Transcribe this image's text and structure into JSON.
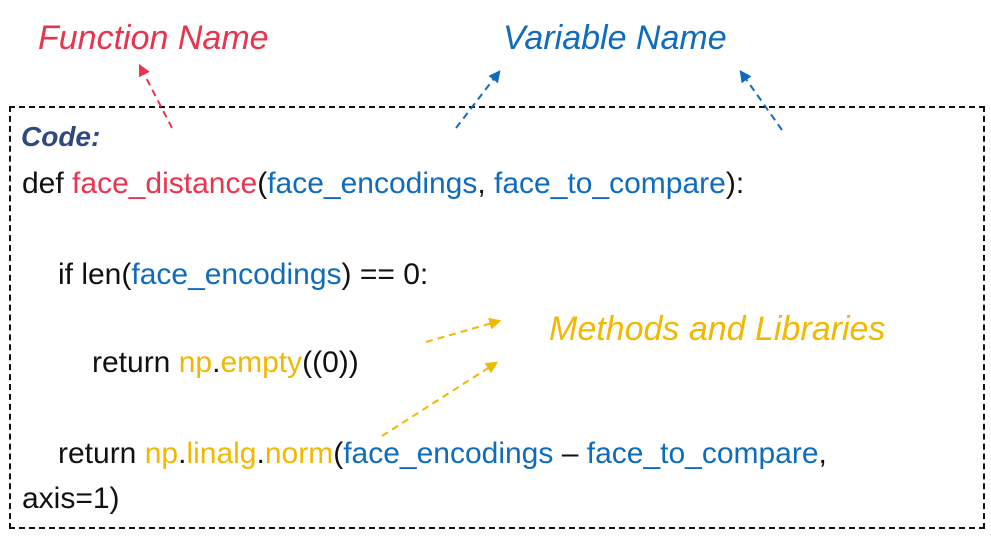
{
  "labels": {
    "function_name": "Function Name",
    "variable_name": "Variable Name",
    "methods_libraries": "Methods and Libraries"
  },
  "code": {
    "heading": "Code:",
    "line1": {
      "kw_def": "def ",
      "fn_name": "face_distance",
      "open_paren": "(",
      "param1": "face_encodings",
      "comma": ", ",
      "param2": "face_to_compare",
      "close": "):"
    },
    "line2": {
      "kw_if_len": "if len(",
      "var": "face_encodings",
      "rest": ") == 0:"
    },
    "line3": {
      "kw_return": "return ",
      "lib": "np",
      "dot": ".",
      "method": "empty",
      "args": "((0))"
    },
    "line4": {
      "kw_return": "return ",
      "lib1": "np",
      "dot1": ".",
      "lib2": "linalg",
      "dot2": ".",
      "method": "norm",
      "open_paren": "(",
      "var1": "face_encodings",
      "minus": " – ",
      "var2": "face_to_compare",
      "comma": ","
    },
    "line5": {
      "text": "axis=1)"
    }
  },
  "colors": {
    "function": "#e8344e",
    "variable": "#0f6cbd",
    "library": "#f2b800",
    "heading": "#2e4a7d",
    "code_text": "#111111"
  }
}
